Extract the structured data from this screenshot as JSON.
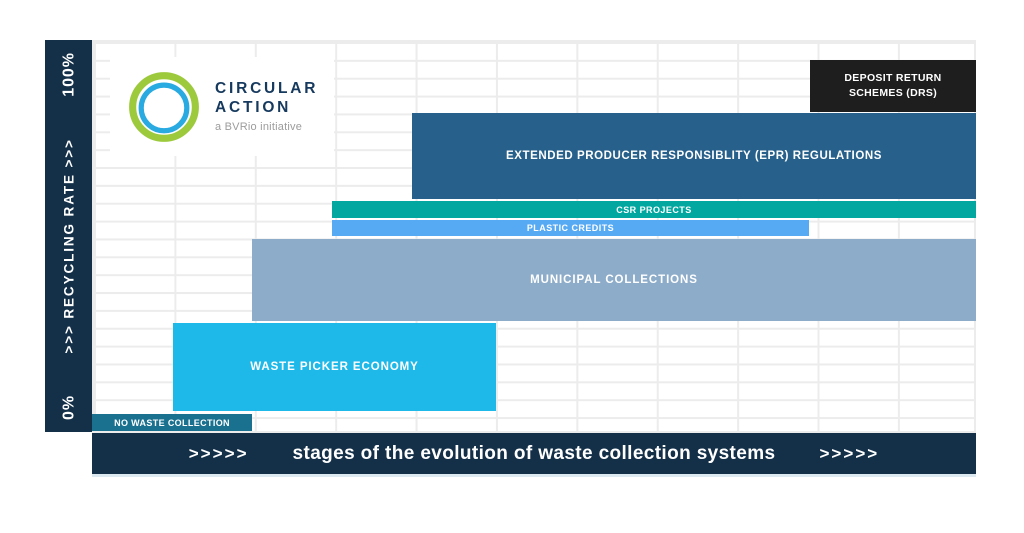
{
  "page": {
    "background": "#ffffff"
  },
  "logo": {
    "line1": "CIRCULAR",
    "line2": "ACTION",
    "tagline": "a BVRio initiative",
    "outer_ring_color": "#9cca3c",
    "inner_ring_color": "#29aae1",
    "name_color": "#16395e",
    "tagline_color": "#9c9c9c"
  },
  "axes": {
    "y": {
      "bar_color": "#143049",
      "min_label": "0%",
      "max_label": "100%",
      "title": ">>>  RECYCLING RATE  >>>"
    },
    "x": {
      "bar_color": "#143049",
      "left_arrows": ">>>>>",
      "right_arrows": ">>>>>",
      "title": "stages of the evolution of waste collection systems"
    }
  },
  "chart_data": {
    "type": "bar",
    "subtype": "stacked-stage-range-bars",
    "title": "",
    "xlabel": "stages of the evolution of waste collection systems",
    "ylabel": "RECYCLING RATE",
    "x_axis": {
      "units": "evolution stage (grid columns)",
      "range": [
        0,
        11
      ],
      "tick_labels_visible": false
    },
    "y_axis": {
      "units": "recycling rate %",
      "range": [
        0,
        100
      ],
      "min_label": "0%",
      "max_label": "100%",
      "tick_labels_visible": false
    },
    "grid": true,
    "legend_position": "none",
    "bars": [
      {
        "name": "NO WASTE COLLECTION",
        "stage_start": 0,
        "stage_end": 2,
        "recycling_pct_min": 0,
        "recycling_pct_max": 5,
        "color": "#19708f"
      },
      {
        "name": "WASTE PICKER ECONOMY",
        "stage_start": 1,
        "stage_end": 5,
        "recycling_pct_min": 5,
        "recycling_pct_max": 28,
        "color": "#1fb9e9"
      },
      {
        "name": "MUNICIPAL COLLECTIONS",
        "stage_start": 2,
        "stage_end": 11,
        "recycling_pct_min": 28,
        "recycling_pct_max": 49,
        "color": "#8dacc9"
      },
      {
        "name": "PLASTIC CREDITS",
        "stage_start": 3,
        "stage_end": 8.9,
        "recycling_pct_min": 50,
        "recycling_pct_max": 54,
        "color": "#56aaf3"
      },
      {
        "name": "CSR PROJECTS",
        "stage_start": 3,
        "stage_end": 11,
        "recycling_pct_min": 55,
        "recycling_pct_max": 59,
        "color": "#02a7a0"
      },
      {
        "name": "EXTENDED PRODUCER RESPONSIBLITY (EPR) REGULATIONS",
        "stage_start": 4,
        "stage_end": 11,
        "recycling_pct_min": 60,
        "recycling_pct_max": 81,
        "color": "#27618b"
      },
      {
        "name": "DEPOSIT RETURN SCHEMES (DRS)",
        "stage_start": 8.9,
        "stage_end": 11,
        "recycling_pct_min": 82,
        "recycling_pct_max": 95,
        "color": "#1e1e1e"
      }
    ],
    "gridline_color": "#ececec"
  }
}
